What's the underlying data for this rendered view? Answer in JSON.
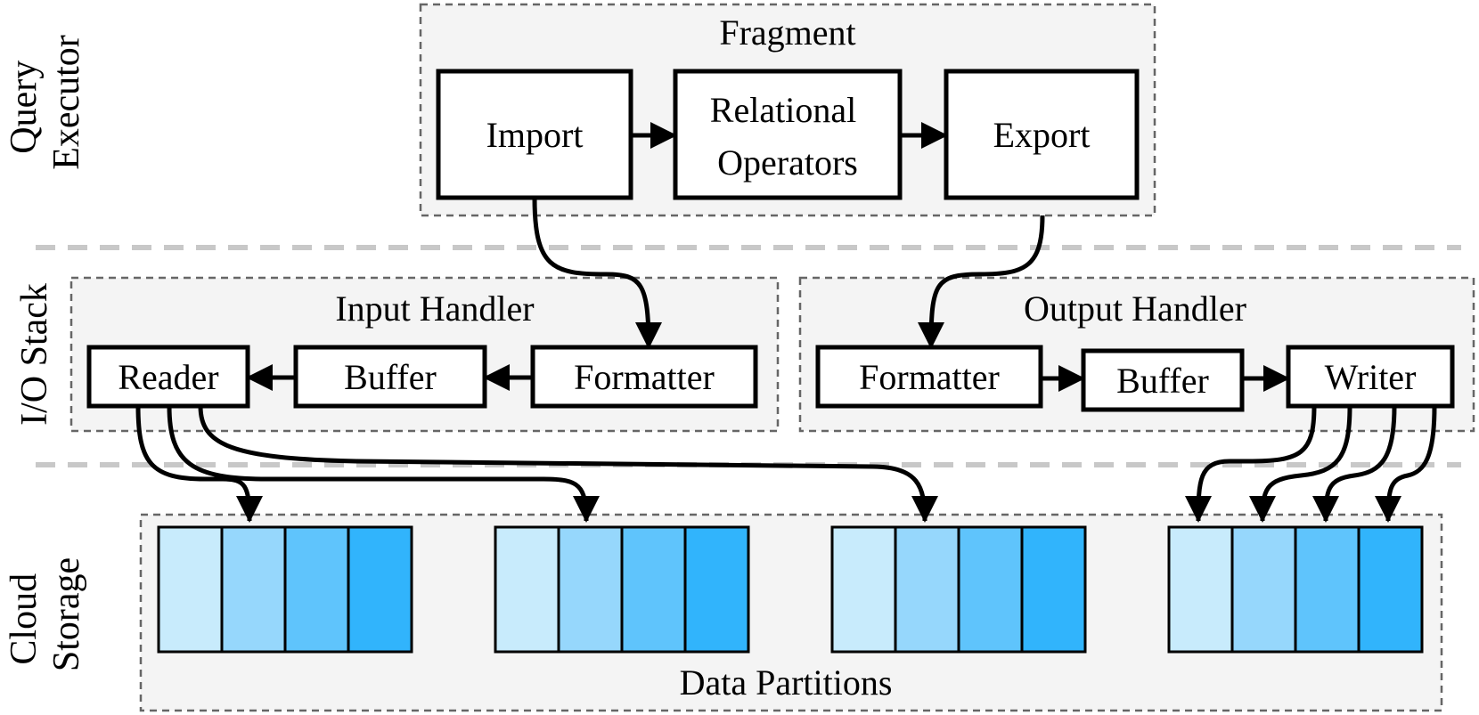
{
  "layers": {
    "query_executor": [
      "Query",
      "Executor"
    ],
    "io_stack": "I/O Stack",
    "cloud_storage": [
      "Cloud",
      "Storage"
    ]
  },
  "fragment": {
    "title": "Fragment",
    "import": "Import",
    "relational": [
      "Relational",
      "Operators"
    ],
    "export": "Export"
  },
  "input_handler": {
    "title": "Input Handler",
    "reader": "Reader",
    "buffer": "Buffer",
    "formatter": "Formatter"
  },
  "output_handler": {
    "title": "Output Handler",
    "formatter": "Formatter",
    "buffer": "Buffer",
    "writer": "Writer"
  },
  "storage": {
    "title": "Data Partitions",
    "partition_colors": [
      "#c8ebfc",
      "#96d7fc",
      "#5fc4fc",
      "#31b4fc"
    ]
  }
}
